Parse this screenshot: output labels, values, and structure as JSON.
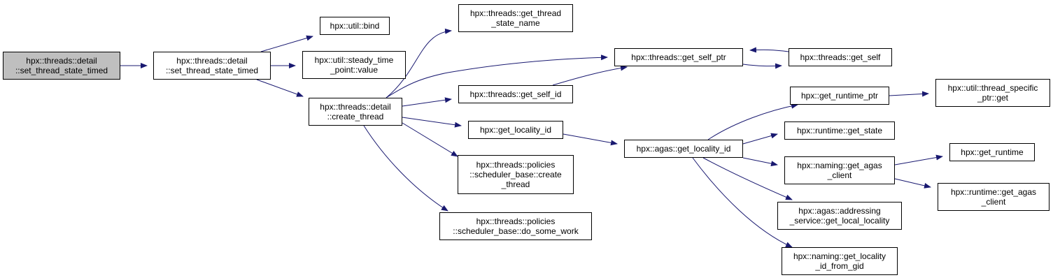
{
  "graph": {
    "colors": {
      "edge": "#191970",
      "root_fill": "#bfbfbf",
      "node_fill": "#ffffff",
      "border": "#000000"
    },
    "nodes": [
      {
        "id": "n0",
        "root": true,
        "lines": [
          "hpx::threads::detail",
          "::set_thread_state_timed"
        ]
      },
      {
        "id": "n1",
        "lines": [
          "hpx::threads::detail",
          "::set_thread_state_timed"
        ]
      },
      {
        "id": "n2",
        "lines": [
          "hpx::util::bind"
        ]
      },
      {
        "id": "n3",
        "lines": [
          "hpx::util::steady_time",
          "_point::value"
        ]
      },
      {
        "id": "n4",
        "lines": [
          "hpx::threads::detail",
          "::create_thread"
        ]
      },
      {
        "id": "n5",
        "lines": [
          "hpx::threads::get_thread",
          "_state_name"
        ]
      },
      {
        "id": "n6",
        "lines": [
          "hpx::threads::get_self_ptr"
        ]
      },
      {
        "id": "n7",
        "lines": [
          "hpx::threads::get_self"
        ]
      },
      {
        "id": "n8",
        "lines": [
          "hpx::threads::get_self_id"
        ]
      },
      {
        "id": "n9",
        "lines": [
          "hpx::get_locality_id"
        ]
      },
      {
        "id": "n10",
        "lines": [
          "hpx::agas::get_locality_id"
        ]
      },
      {
        "id": "n11",
        "lines": [
          "hpx::get_runtime_ptr"
        ]
      },
      {
        "id": "n12",
        "lines": [
          "hpx::util::thread_specific",
          "_ptr::get"
        ]
      },
      {
        "id": "n13",
        "lines": [
          "hpx::runtime::get_state"
        ]
      },
      {
        "id": "n14",
        "lines": [
          "hpx::naming::get_agas",
          "_client"
        ]
      },
      {
        "id": "n15",
        "lines": [
          "hpx::get_runtime"
        ]
      },
      {
        "id": "n16",
        "lines": [
          "hpx::runtime::get_agas",
          "_client"
        ]
      },
      {
        "id": "n17",
        "lines": [
          "hpx::agas::addressing",
          "_service::get_local_locality"
        ]
      },
      {
        "id": "n18",
        "lines": [
          "hpx::naming::get_locality",
          "_id_from_gid"
        ]
      },
      {
        "id": "n19",
        "lines": [
          "hpx::threads::policies",
          "::scheduler_base::create",
          "_thread"
        ]
      },
      {
        "id": "n20",
        "lines": [
          "hpx::threads::policies",
          "::scheduler_base::do_some_work"
        ]
      }
    ],
    "edges": [
      [
        "n0",
        "n1"
      ],
      [
        "n1",
        "n2"
      ],
      [
        "n1",
        "n3"
      ],
      [
        "n1",
        "n4"
      ],
      [
        "n4",
        "n5"
      ],
      [
        "n4",
        "n6"
      ],
      [
        "n4",
        "n8"
      ],
      [
        "n4",
        "n9"
      ],
      [
        "n4",
        "n19"
      ],
      [
        "n4",
        "n20"
      ],
      [
        "n6",
        "n7"
      ],
      [
        "n7",
        "n6"
      ],
      [
        "n8",
        "n6"
      ],
      [
        "n9",
        "n10"
      ],
      [
        "n10",
        "n11"
      ],
      [
        "n10",
        "n13"
      ],
      [
        "n10",
        "n14"
      ],
      [
        "n10",
        "n17"
      ],
      [
        "n10",
        "n18"
      ],
      [
        "n11",
        "n12"
      ],
      [
        "n14",
        "n15"
      ],
      [
        "n14",
        "n16"
      ]
    ]
  }
}
